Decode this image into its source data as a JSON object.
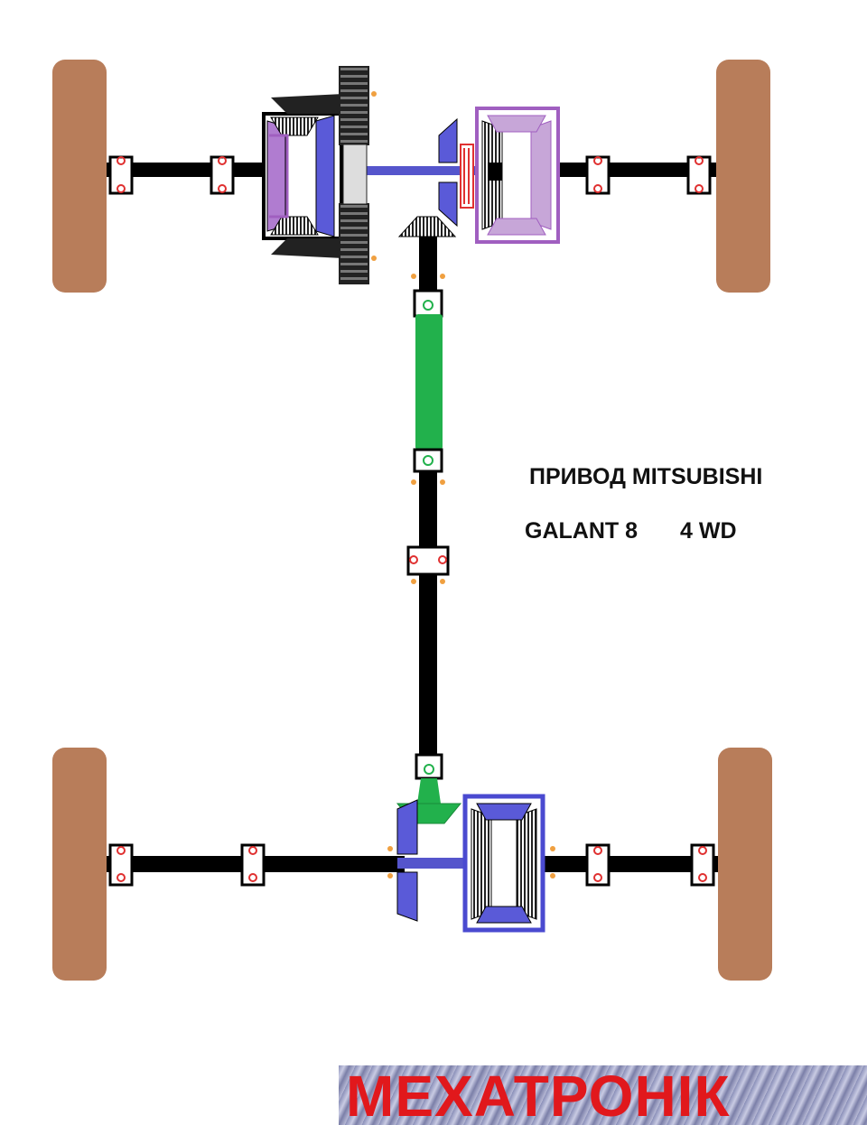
{
  "title": {
    "line1": "ПРИВОД MITSUBISHI",
    "model": "GALANT 8",
    "drive": "4 WD"
  },
  "banner": {
    "text": "МЕХАТРОНІК"
  },
  "colors": {
    "wheel": "#b87d5a",
    "shaft": "#000000",
    "gear_black": "#303030",
    "gear_grey": "#555555",
    "violet": "#a05fc0",
    "blue": "#4a4ad0",
    "green": "#22b14c",
    "bearing_red": "#e03030",
    "orange_dot": "#f0a040",
    "banner_text": "#e1181c"
  }
}
